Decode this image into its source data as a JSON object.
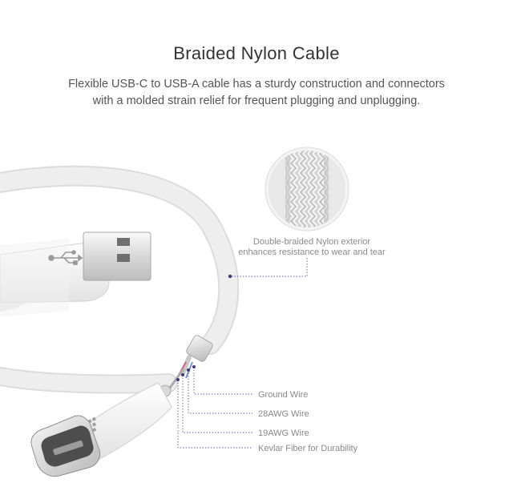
{
  "header": {
    "title": "Braided Nylon Cable",
    "subtitle_line1": "Flexible USB-C to USB-A cable has a sturdy construction and connectors",
    "subtitle_line2": "with a molded strain relief for frequent plugging and unplugging."
  },
  "callouts": {
    "exterior_line1": "Double-braided Nylon exterior",
    "exterior_line2": "enhances resistance to wear and tear",
    "ground_wire": "Ground Wire",
    "awg28_wire": "28AWG Wire",
    "awg19_wire": "19AWG Wire",
    "kevlar_fiber": "Kevlar Fiber for Durability"
  },
  "icons": [
    "usb-trident-icon",
    "brand-logo-icon"
  ],
  "colors": {
    "background": "#ffffff",
    "cable": "#ececec",
    "leader_line": "#5a5a9a",
    "label_text": "#8a8a8a"
  }
}
